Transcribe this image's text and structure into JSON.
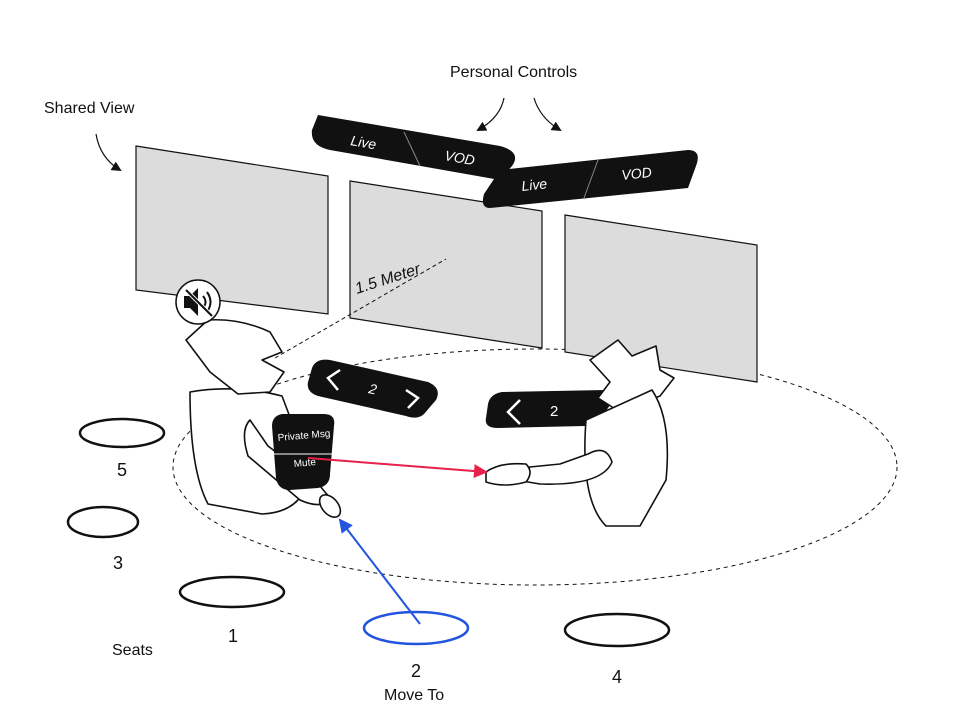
{
  "labels": {
    "personal_controls": "Personal Controls",
    "shared_view": "Shared View",
    "distance": "1.5 Meter",
    "seats": "Seats",
    "move_to": "Move To"
  },
  "personal_panels": [
    {
      "left": "Live",
      "right": "VOD"
    },
    {
      "left": "Live",
      "right": "VOD"
    }
  ],
  "seat_selectors": [
    {
      "value": "2"
    },
    {
      "value": "2"
    }
  ],
  "context_menu": {
    "items": [
      "Private Msg",
      "Mute"
    ]
  },
  "seats": [
    {
      "number": "5",
      "highlighted": false
    },
    {
      "number": "3",
      "highlighted": false
    },
    {
      "number": "1",
      "highlighted": false
    },
    {
      "number": "2",
      "highlighted": true
    },
    {
      "number": "4",
      "highlighted": false
    }
  ],
  "icons": [
    "mute-icon",
    "chevron-left-icon",
    "chevron-right-icon"
  ],
  "colors": {
    "move_to_arrow": "#2255dd",
    "mute_arrow": "#e8204a",
    "screen_fill": "#dcdcdc",
    "panel_fill": "#111111"
  }
}
